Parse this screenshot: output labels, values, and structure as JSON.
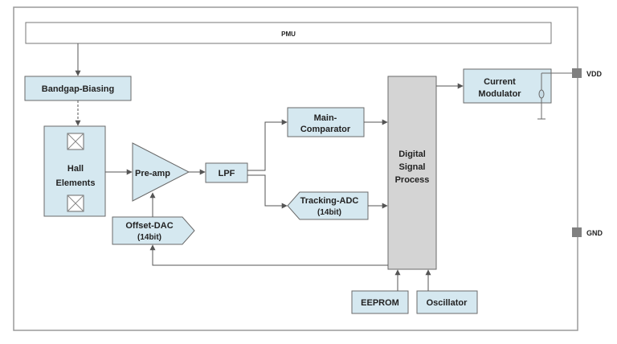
{
  "blocks": {
    "pmu": "PMU",
    "bandgap": "Bandgap-Biasing",
    "hall_line1": "Hall",
    "hall_line2": "Elements",
    "preamp": "Pre-amp",
    "lpf": "LPF",
    "main_comp_line1": "Main-",
    "main_comp_line2": "Comparator",
    "tracking_line1": "Tracking-ADC",
    "tracking_line2": "(14bit)",
    "offset_line1": "Offset-DAC",
    "offset_line2": "(14bit)",
    "dsp_line1": "Digital",
    "dsp_line2": "Signal",
    "dsp_line3": "Process",
    "current_line1": "Current",
    "current_line2": "Modulator",
    "eeprom": "EEPROM",
    "oscillator": "Oscillator"
  },
  "pins": {
    "vdd": "VDD",
    "gnd": "GND"
  },
  "colors": {
    "block_fill": "#d5e8f0",
    "dsp_fill": "#d4d4d4",
    "stroke": "#6a6a6a",
    "pin": "#808080"
  }
}
